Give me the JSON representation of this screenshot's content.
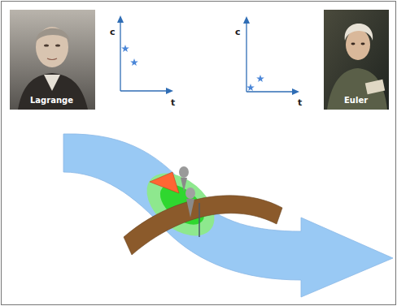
{
  "diagram": {
    "labels": [
      "Lagrange",
      "c",
      "t",
      "c",
      "t",
      "Euler"
    ]
  }
}
